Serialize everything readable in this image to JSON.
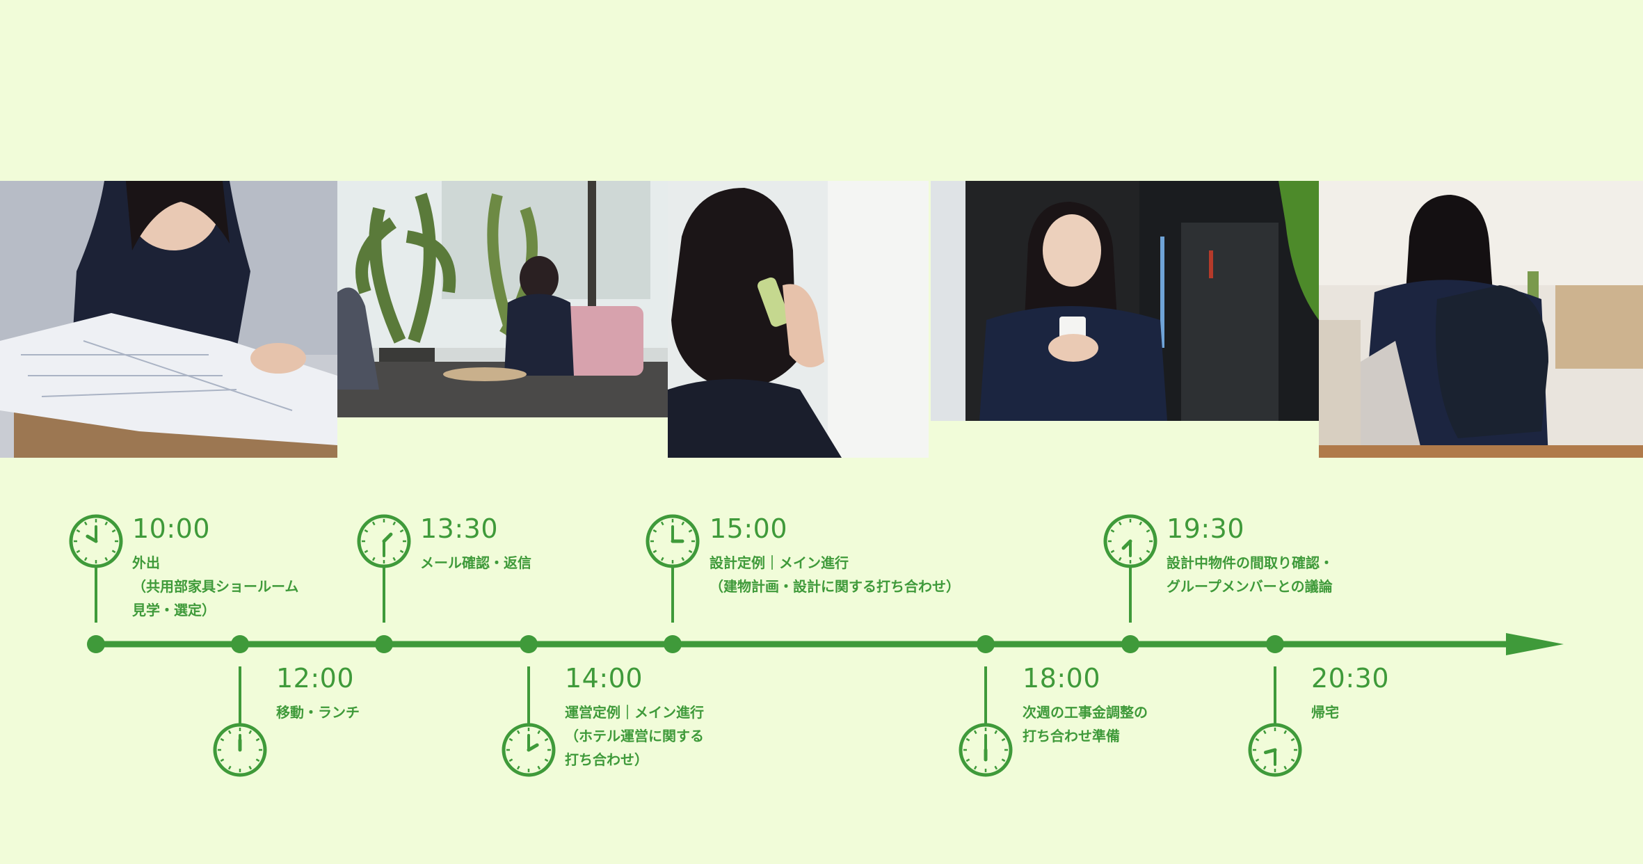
{
  "colors": {
    "background": "#f1fcd9",
    "accent": "#3f9a3a"
  },
  "photos": [
    {
      "subject": "woman reviewing floor plan drawings at a desk"
    },
    {
      "subject": "woman in a meeting on a sofa beside plants"
    },
    {
      "subject": "woman talking on a phone"
    },
    {
      "subject": "woman smiling holding a cup"
    },
    {
      "subject": "woman with backpack walking away"
    }
  ],
  "events": [
    {
      "time": "10:00",
      "desc": "外出\n（共用部家具ショールーム\n見学・選定）",
      "clock_icon": "clock-icon-10"
    },
    {
      "time": "12:00",
      "desc": "移動・ランチ",
      "clock_icon": "clock-icon-12"
    },
    {
      "time": "13:30",
      "desc": "メール確認・返信",
      "clock_icon": "clock-icon-13-30"
    },
    {
      "time": "14:00",
      "desc": "運営定例｜メイン進行\n（ホテル運営に関する\n打ち合わせ）",
      "clock_icon": "clock-icon-14"
    },
    {
      "time": "15:00",
      "desc": "設計定例｜メイン進行\n（建物計画・設計に関する打ち合わせ）",
      "clock_icon": "clock-icon-15"
    },
    {
      "time": "18:00",
      "desc": "次週の工事金調整の\n打ち合わせ準備",
      "clock_icon": "clock-icon-18"
    },
    {
      "time": "19:30",
      "desc": "設計中物件の間取り確認・\nグループメンバーとの議論",
      "clock_icon": "clock-icon-19-30"
    },
    {
      "time": "20:30",
      "desc": "帰宅",
      "clock_icon": "clock-icon-20-30"
    }
  ]
}
